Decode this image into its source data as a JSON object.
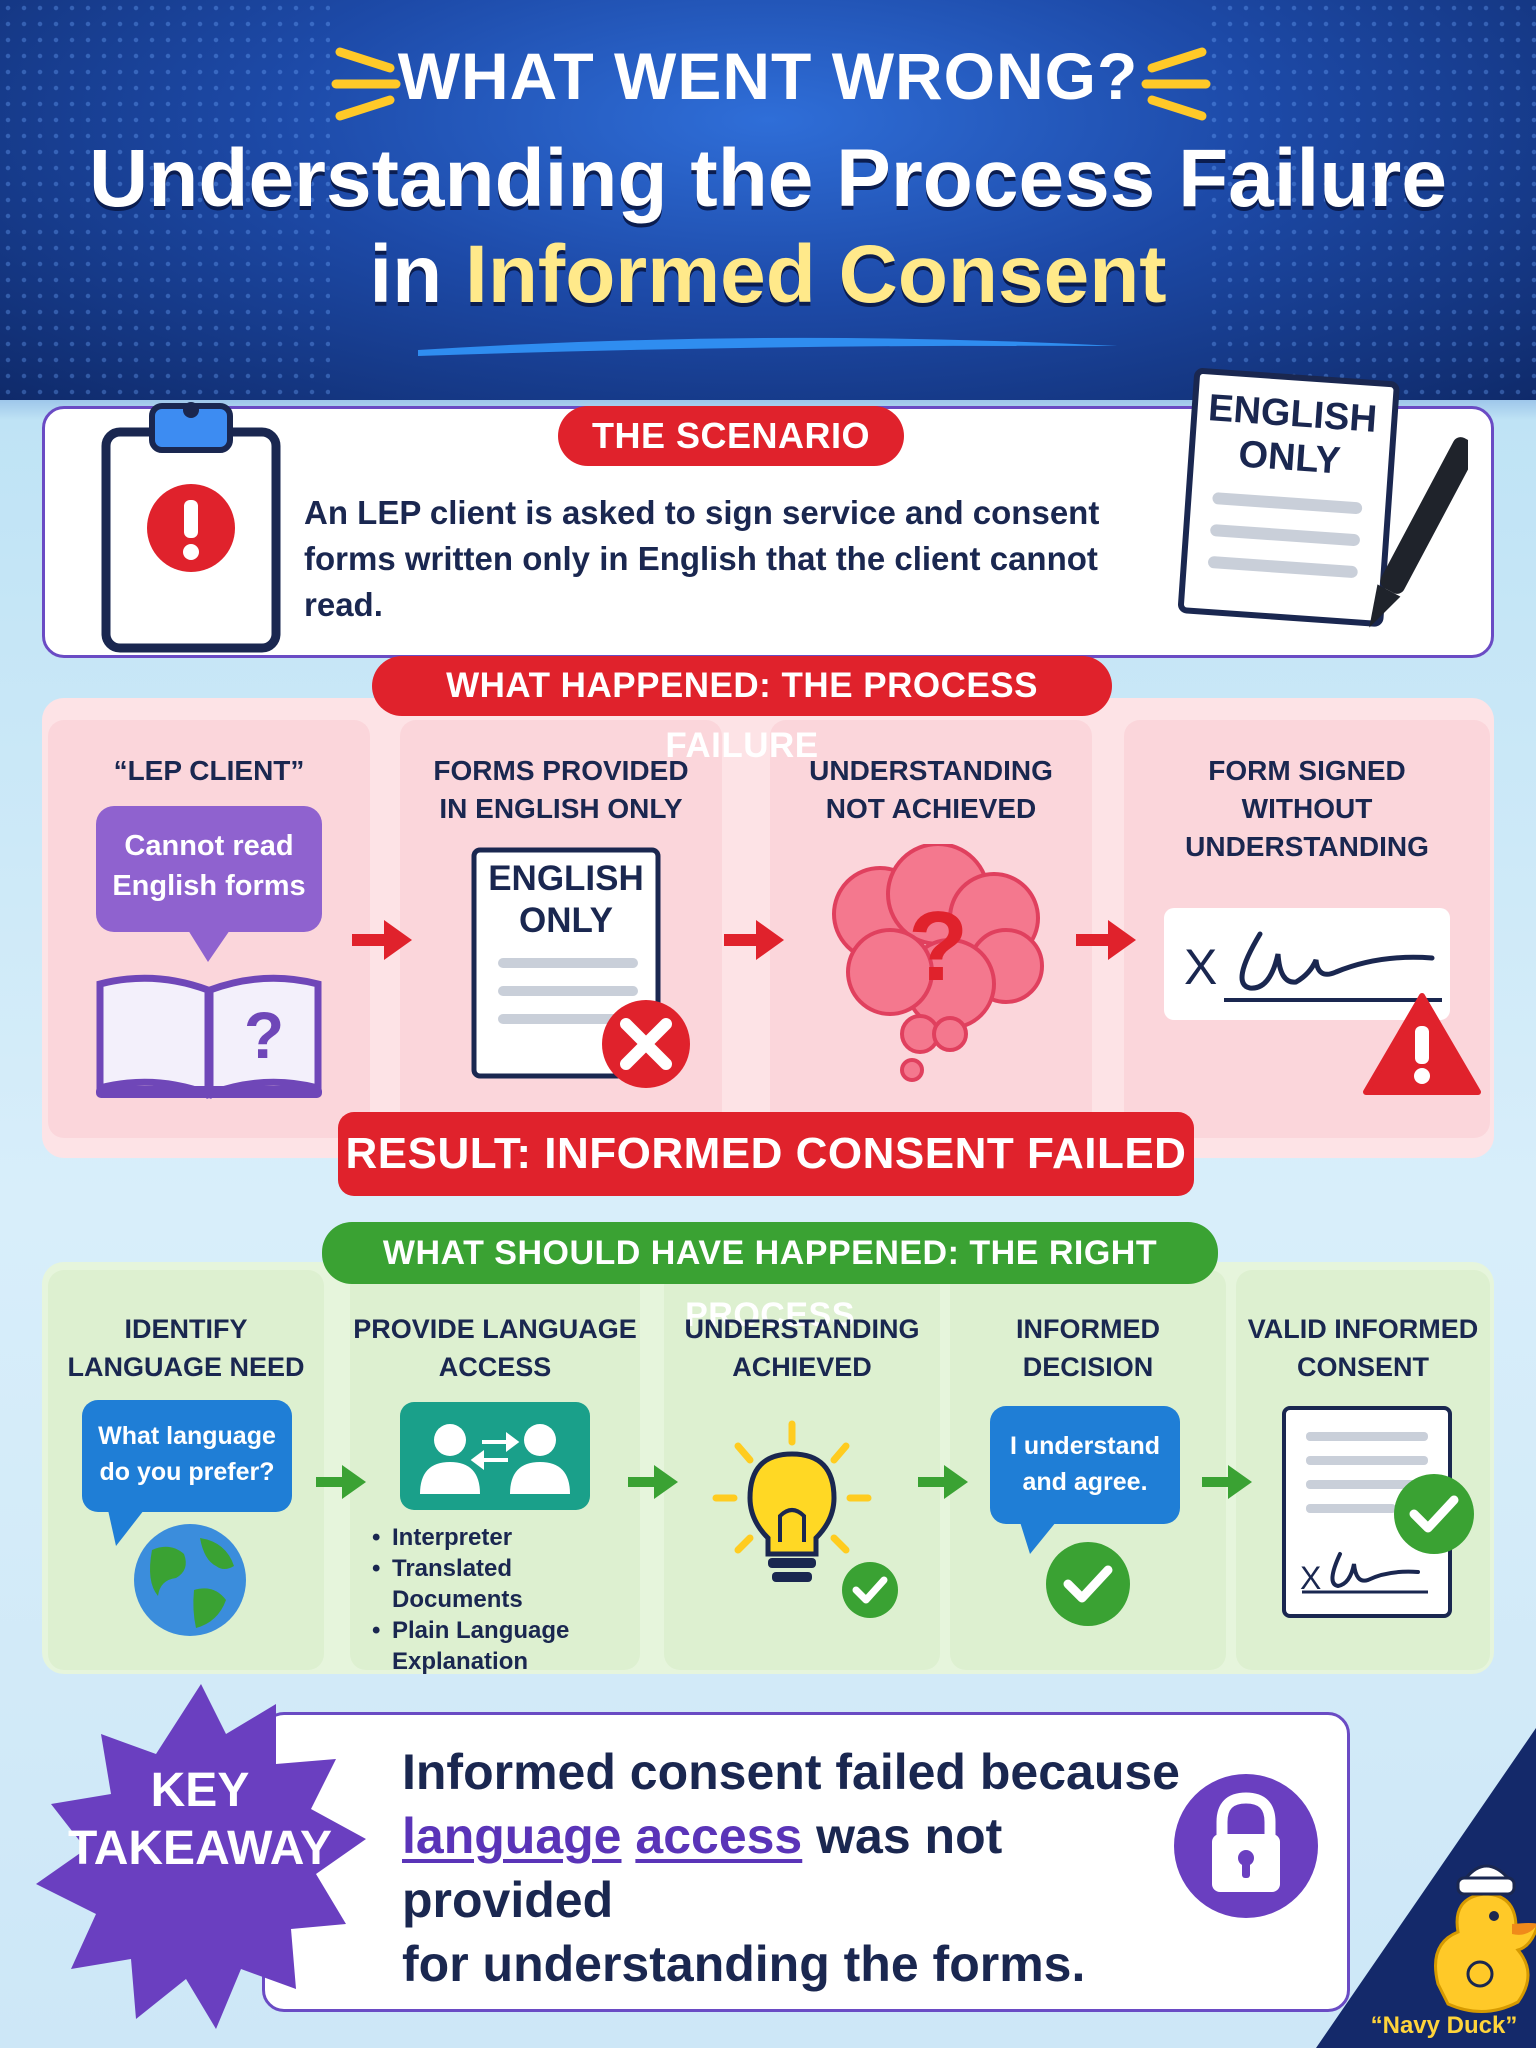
{
  "header": {
    "kicker": "WHAT WENT WRONG?",
    "title_line1": "Understanding the Process Failure",
    "title_line2_prefix": "in ",
    "title_line2_highlight": "Informed Consent"
  },
  "scenario": {
    "label": "THE SCENARIO",
    "text_line1": "An LEP client is asked to sign service and consent",
    "text_line2": "forms written only in English that the client cannot read.",
    "doc_label_line1": "ENGLISH",
    "doc_label_line2": "ONLY"
  },
  "failure": {
    "label": "WHAT HAPPENED: THE PROCESS FAILURE",
    "steps": [
      {
        "title_line1": "“LEP CLIENT”",
        "title_line2": "",
        "bubble_line1": "Cannot read",
        "bubble_line2": "English forms"
      },
      {
        "title_line1": "FORMS PROVIDED",
        "title_line2": "IN ENGLISH ONLY",
        "doc_line1": "ENGLISH",
        "doc_line2": "ONLY"
      },
      {
        "title_line1": "UNDERSTANDING",
        "title_line2": "NOT ACHIEVED"
      },
      {
        "title_line1": "FORM SIGNED",
        "title_line2": "WITHOUT UNDERSTANDING",
        "signature_mark": "X"
      }
    ]
  },
  "result": {
    "label": "RESULT: INFORMED CONSENT FAILED"
  },
  "right_process": {
    "label": "WHAT SHOULD HAVE HAPPENED: THE RIGHT PROCESS",
    "steps": [
      {
        "title_line1": "IDENTIFY",
        "title_line2": "LANGUAGE NEED",
        "bubble_line1": "What language",
        "bubble_line2": "do you prefer?"
      },
      {
        "title_line1": "PROVIDE LANGUAGE",
        "title_line2": "ACCESS",
        "items": [
          "Interpreter",
          "Translated Documents",
          "Plain Language Explanation"
        ]
      },
      {
        "title_line1": "UNDERSTANDING",
        "title_line2": "ACHIEVED"
      },
      {
        "title_line1": "INFORMED",
        "title_line2": "DECISION",
        "bubble_line1": "I understand",
        "bubble_line2": "and agree."
      },
      {
        "title_line1": "VALID INFORMED",
        "title_line2": "CONSENT",
        "signature_mark": "X"
      }
    ]
  },
  "takeaway": {
    "badge_line1": "KEY",
    "badge_line2": "TAKEAWAY",
    "line1": "Informed consent failed because",
    "link1": "language",
    "link2": "access",
    "line2_rest": " was not provided",
    "line3": "for understanding the forms."
  },
  "brand": {
    "name": "“Navy Duck”"
  },
  "colors": {
    "red": "#e0222c",
    "green": "#3aa233",
    "purple": "#6a4bc4",
    "navy": "#1a2750"
  }
}
